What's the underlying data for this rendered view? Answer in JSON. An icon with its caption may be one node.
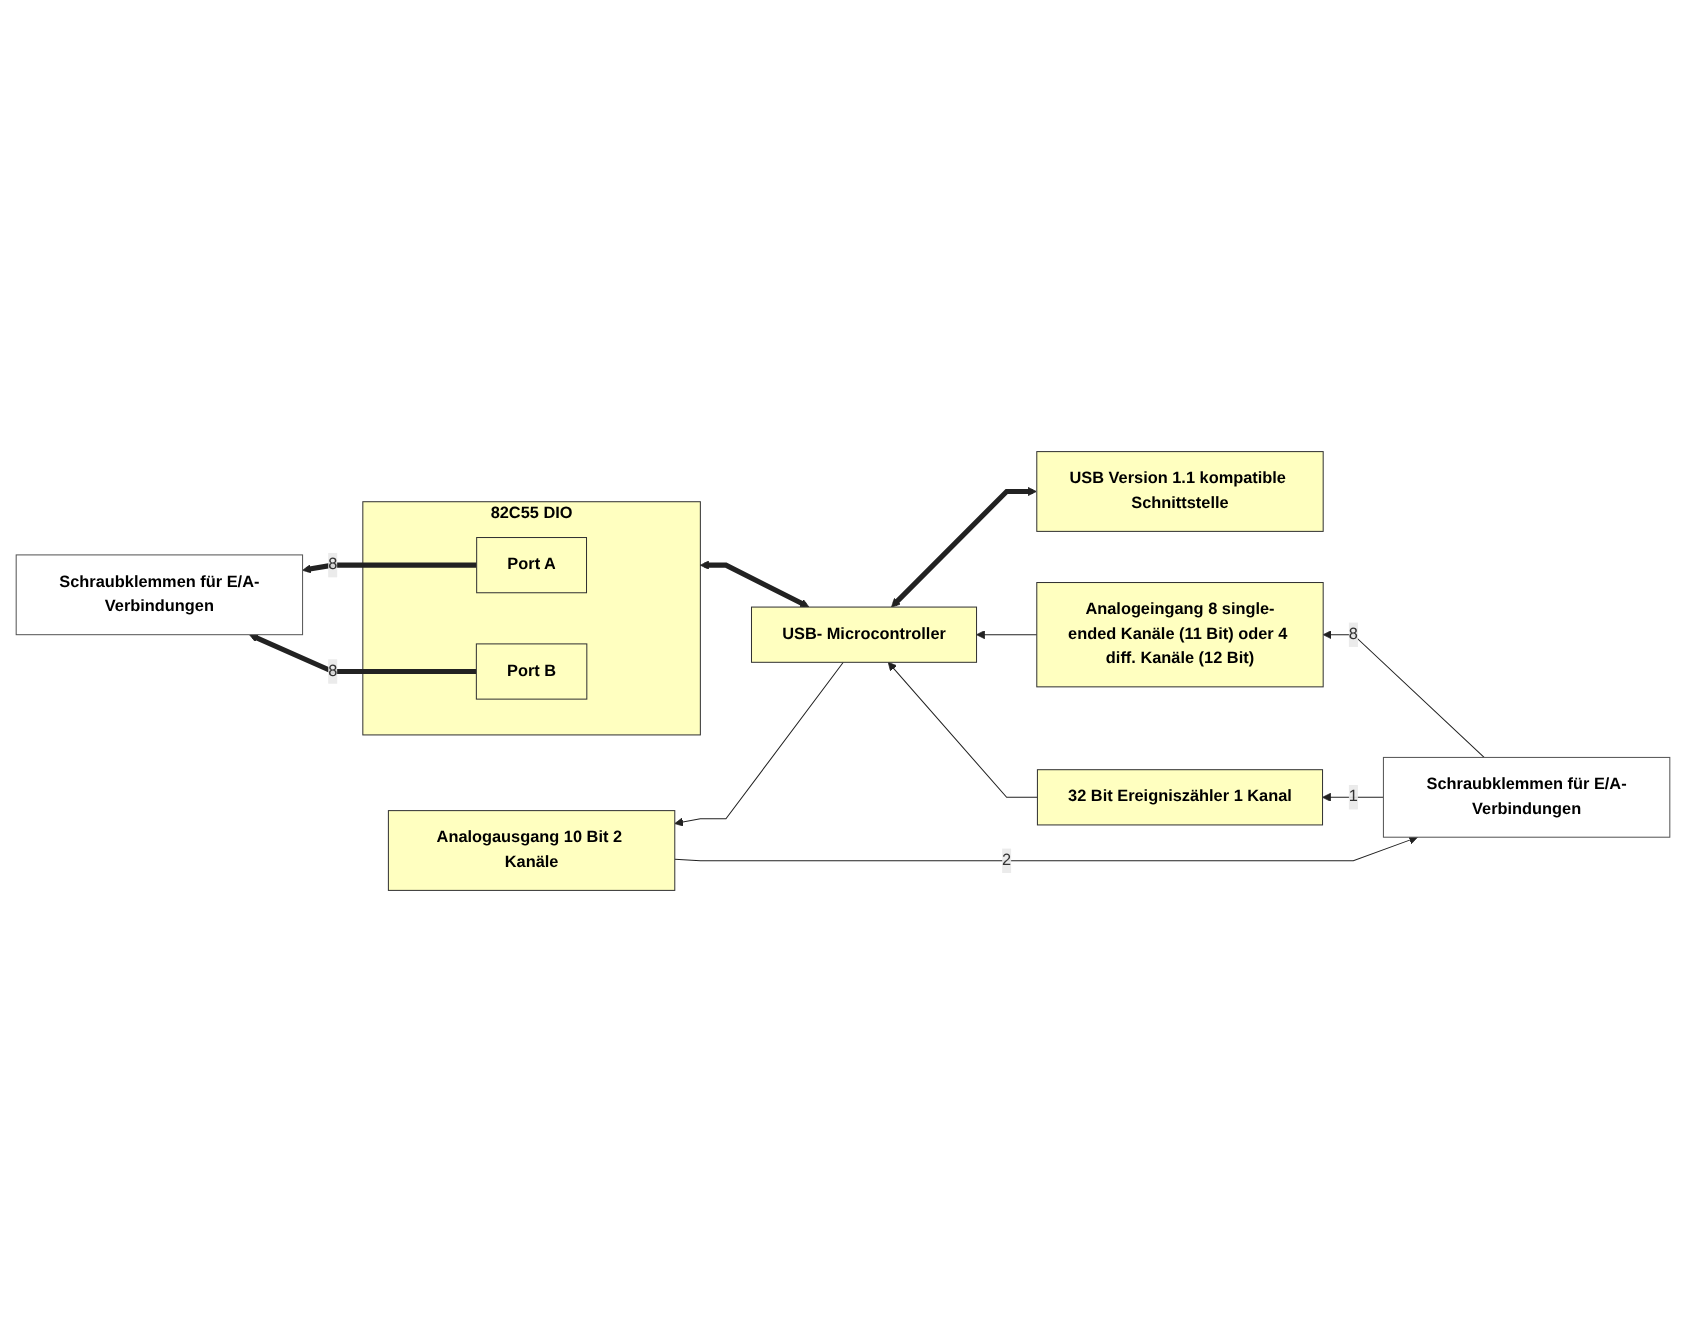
{
  "diagram": {
    "nodes": [
      {
        "text": [
          "USB Version 1.1 kompatible Schnittstelle"
        ]
      },
      {
        "text": [
          "Analogeingang 8 single-ended Kanäle (11 Bit) oder 4 diff. Kanäle (12 Bit)"
        ]
      },
      {
        "text": [
          "USB- Microcontroller"
        ]
      },
      {
        "text": [
          "Analogausgang 10 Bit 2 Kanäle"
        ]
      },
      {
        "text": [
          "Schraubklemmen für E/A-Verbindungen"
        ]
      },
      {
        "text": [
          "82C55 DIO"
        ]
      },
      {
        "text": [
          "Port A"
        ],
        "in": 5
      },
      {
        "text": [
          "Port B"
        ],
        "in": 5
      },
      {
        "text": [
          "32 Bit Ereigniszähler 1 Kanal"
        ]
      },
      {
        "text": [
          "Schraubklemmen für E/A-Verbindungen"
        ]
      }
    ],
    "edges": [
      {
        "from": 0,
        "to": 2,
        "arrow": "both",
        "style": "thick"
      },
      {
        "from": 1,
        "to": 2,
        "arrow": "to"
      },
      {
        "from": 2,
        "to": 3,
        "arrow": "to"
      },
      {
        "from": 8,
        "to": 2,
        "arrow": "to"
      },
      {
        "from": 2,
        "to": 5,
        "arrow": "both",
        "style": "thick"
      },
      {
        "from": 4,
        "to": 1,
        "arrow": "to",
        "label": "8"
      },
      {
        "from": 3,
        "to": 4,
        "arrow": "to",
        "label": "2"
      },
      {
        "from": 4,
        "to": 8,
        "arrow": "to",
        "label": "1"
      },
      {
        "from": 6,
        "to": 9,
        "arrow": "to",
        "label": "8",
        "style": "thick"
      },
      {
        "from": 7,
        "to": 9,
        "arrow": "to",
        "label": "8",
        "style": "thick"
      }
    ]
  }
}
